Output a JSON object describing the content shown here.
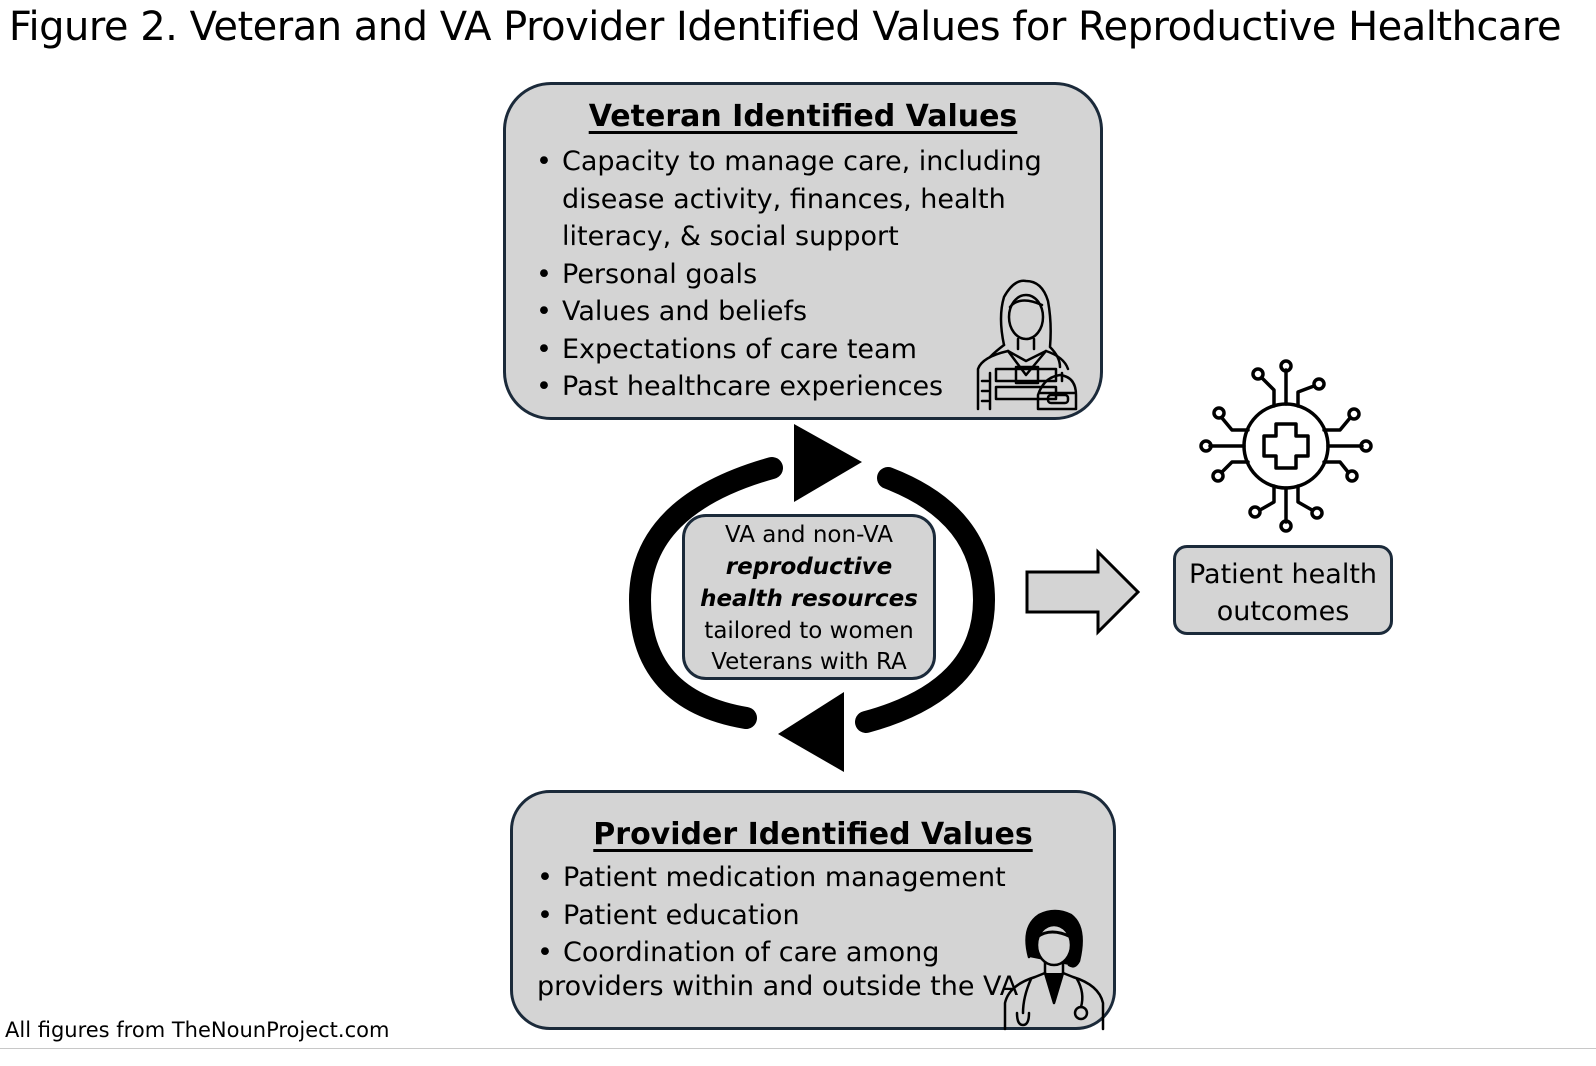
{
  "title": "Figure 2. Veteran and VA Provider Identified Values for Reproductive Healthcare",
  "veteran": {
    "heading": "Veteran Identified Values",
    "items": [
      "Capacity to manage care, including",
      "disease activity, finances, health",
      "literacy, & social support",
      "Personal goals",
      "Values and beliefs",
      "Expectations of care team",
      "Past healthcare experiences"
    ]
  },
  "center": {
    "line1": "VA and non-VA",
    "line2": "reproductive",
    "line3": "health resources",
    "line4": "tailored to women",
    "line5": "Veterans with RA"
  },
  "outcome": {
    "line1": "Patient health",
    "line2": "outcomes"
  },
  "provider": {
    "heading": "Provider Identified Values",
    "items": [
      "Patient medication management",
      "Patient education",
      "Coordination of care among"
    ],
    "last_line": "providers within and outside the VA"
  },
  "footer": "All figures from TheNounProject.com",
  "colors": {
    "box_fill": "#d4d4d4",
    "box_border": "#1b2a3a",
    "cycle": "#000000"
  },
  "icons": {
    "veteran": "female-soldier-icon",
    "provider": "female-doctor-icon",
    "outcome": "medical-network-icon"
  }
}
